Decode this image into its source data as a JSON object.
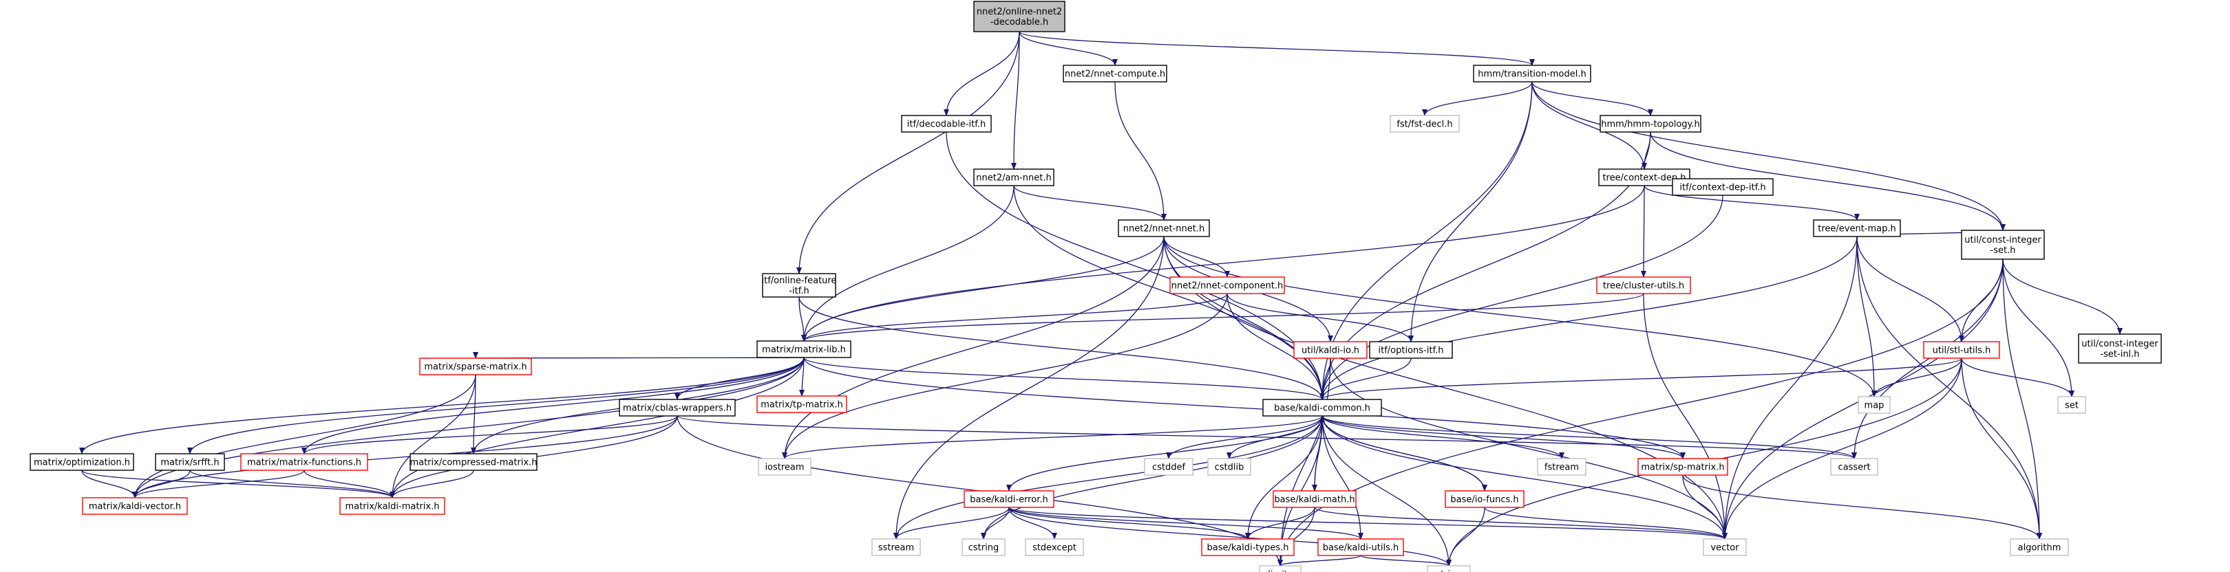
{
  "colors": {
    "edge": "#191970",
    "root_fill": "#bfbfbf",
    "internal_border": "#000000",
    "partial_border": "#ff0000",
    "external_border": "#bfbfbf",
    "background": "#ffffff"
  },
  "nodes": [
    {
      "id": "root",
      "lines": [
        "nnet2/online-nnet2",
        "-decodable.h"
      ],
      "kind": "root"
    },
    {
      "id": "itf_online_feature",
      "lines": [
        "itf/online-feature",
        "-itf.h"
      ],
      "kind": "internal"
    },
    {
      "id": "itf_decodable",
      "lines": [
        "itf/decodable-itf.h"
      ],
      "kind": "internal"
    },
    {
      "id": "am_nnet",
      "lines": [
        "nnet2/am-nnet.h"
      ],
      "kind": "internal"
    },
    {
      "id": "nnet_compute",
      "lines": [
        "nnet2/nnet-compute.h"
      ],
      "kind": "internal"
    },
    {
      "id": "transition_model",
      "lines": [
        "hmm/transition-model.h"
      ],
      "kind": "internal"
    },
    {
      "id": "fst_decl",
      "lines": [
        "fst/fst-decl.h"
      ],
      "kind": "external"
    },
    {
      "id": "hmm_topology",
      "lines": [
        "hmm/hmm-topology.h"
      ],
      "kind": "internal"
    },
    {
      "id": "context_dep",
      "lines": [
        "tree/context-dep.h"
      ],
      "kind": "internal"
    },
    {
      "id": "nnet_nnet",
      "lines": [
        "nnet2/nnet-nnet.h"
      ],
      "kind": "internal"
    },
    {
      "id": "ctx_dep_itf",
      "lines": [
        "itf/context-dep-itf.h"
      ],
      "kind": "internal"
    },
    {
      "id": "event_map",
      "lines": [
        "tree/event-map.h"
      ],
      "kind": "internal"
    },
    {
      "id": "nnet_component",
      "lines": [
        "nnet2/nnet-component.h"
      ],
      "kind": "partial"
    },
    {
      "id": "cluster_utils",
      "lines": [
        "tree/cluster-utils.h"
      ],
      "kind": "partial"
    },
    {
      "id": "const_int_set",
      "lines": [
        "util/const-integer",
        "-set.h"
      ],
      "kind": "internal"
    },
    {
      "id": "matrix_lib",
      "lines": [
        "matrix/matrix-lib.h"
      ],
      "kind": "internal"
    },
    {
      "id": "kaldi_io",
      "lines": [
        "util/kaldi-io.h"
      ],
      "kind": "partial"
    },
    {
      "id": "options_itf",
      "lines": [
        "itf/options-itf.h"
      ],
      "kind": "internal"
    },
    {
      "id": "stl_utils",
      "lines": [
        "util/stl-utils.h"
      ],
      "kind": "partial"
    },
    {
      "id": "const_int_set_inl",
      "lines": [
        "util/const-integer",
        "-set-inl.h"
      ],
      "kind": "internal"
    },
    {
      "id": "sparse_matrix",
      "lines": [
        "matrix/sparse-matrix.h"
      ],
      "kind": "partial"
    },
    {
      "id": "cblas_wrappers",
      "lines": [
        "matrix/cblas-wrappers.h"
      ],
      "kind": "internal"
    },
    {
      "id": "tp_matrix",
      "lines": [
        "matrix/tp-matrix.h"
      ],
      "kind": "partial"
    },
    {
      "id": "kaldi_common",
      "lines": [
        "base/kaldi-common.h"
      ],
      "kind": "internal"
    },
    {
      "id": "map",
      "lines": [
        "map"
      ],
      "kind": "external"
    },
    {
      "id": "set",
      "lines": [
        "set"
      ],
      "kind": "external"
    },
    {
      "id": "optimization",
      "lines": [
        "matrix/optimization.h"
      ],
      "kind": "internal"
    },
    {
      "id": "srfft",
      "lines": [
        "matrix/srfft.h"
      ],
      "kind": "internal"
    },
    {
      "id": "matrix_functions",
      "lines": [
        "matrix/matrix-functions.h"
      ],
      "kind": "partial"
    },
    {
      "id": "compressed_matrix",
      "lines": [
        "matrix/compressed-matrix.h"
      ],
      "kind": "internal"
    },
    {
      "id": "iostream",
      "lines": [
        "iostream"
      ],
      "kind": "external"
    },
    {
      "id": "cstddef",
      "lines": [
        "cstddef"
      ],
      "kind": "external"
    },
    {
      "id": "cstdlib",
      "lines": [
        "cstdlib"
      ],
      "kind": "external"
    },
    {
      "id": "kaldi_error",
      "lines": [
        "base/kaldi-error.h"
      ],
      "kind": "partial"
    },
    {
      "id": "kaldi_math",
      "lines": [
        "base/kaldi-math.h"
      ],
      "kind": "partial"
    },
    {
      "id": "io_funcs",
      "lines": [
        "base/io-funcs.h"
      ],
      "kind": "partial"
    },
    {
      "id": "fstream",
      "lines": [
        "fstream"
      ],
      "kind": "external"
    },
    {
      "id": "sp_matrix",
      "lines": [
        "matrix/sp-matrix.h"
      ],
      "kind": "partial"
    },
    {
      "id": "cassert",
      "lines": [
        "cassert"
      ],
      "kind": "external"
    },
    {
      "id": "kaldi_vector",
      "lines": [
        "matrix/kaldi-vector.h"
      ],
      "kind": "partial"
    },
    {
      "id": "kaldi_matrix",
      "lines": [
        "matrix/kaldi-matrix.h"
      ],
      "kind": "partial"
    },
    {
      "id": "sstream",
      "lines": [
        "sstream"
      ],
      "kind": "external"
    },
    {
      "id": "cstring",
      "lines": [
        "cstring"
      ],
      "kind": "external"
    },
    {
      "id": "stdexcept",
      "lines": [
        "stdexcept"
      ],
      "kind": "external"
    },
    {
      "id": "kaldi_types",
      "lines": [
        "base/kaldi-types.h"
      ],
      "kind": "partial"
    },
    {
      "id": "kaldi_utils",
      "lines": [
        "base/kaldi-utils.h"
      ],
      "kind": "partial"
    },
    {
      "id": "vector",
      "lines": [
        "vector"
      ],
      "kind": "external"
    },
    {
      "id": "algorithm",
      "lines": [
        "algorithm"
      ],
      "kind": "external"
    },
    {
      "id": "limits",
      "lines": [
        "limits"
      ],
      "kind": "external"
    },
    {
      "id": "string",
      "lines": [
        "string"
      ],
      "kind": "external"
    }
  ],
  "edges": [
    [
      "root",
      "itf_online_feature"
    ],
    [
      "root",
      "itf_decodable"
    ],
    [
      "root",
      "am_nnet"
    ],
    [
      "root",
      "nnet_compute"
    ],
    [
      "root",
      "transition_model"
    ],
    [
      "itf_online_feature",
      "matrix_lib"
    ],
    [
      "itf_online_feature",
      "kaldi_common"
    ],
    [
      "itf_decodable",
      "kaldi_common"
    ],
    [
      "am_nnet",
      "matrix_lib"
    ],
    [
      "am_nnet",
      "kaldi_common"
    ],
    [
      "am_nnet",
      "nnet_nnet"
    ],
    [
      "nnet_compute",
      "nnet_nnet"
    ],
    [
      "transition_model",
      "fst_decl"
    ],
    [
      "transition_model",
      "hmm_topology"
    ],
    [
      "transition_model",
      "context_dep"
    ],
    [
      "transition_model",
      "kaldi_common"
    ],
    [
      "transition_model",
      "options_itf"
    ],
    [
      "transition_model",
      "const_int_set"
    ],
    [
      "hmm_topology",
      "context_dep"
    ],
    [
      "hmm_topology",
      "kaldi_common"
    ],
    [
      "hmm_topology",
      "const_int_set"
    ],
    [
      "context_dep",
      "matrix_lib"
    ],
    [
      "context_dep",
      "ctx_dep_itf"
    ],
    [
      "context_dep",
      "event_map"
    ],
    [
      "context_dep",
      "cluster_utils"
    ],
    [
      "ctx_dep_itf",
      "kaldi_common"
    ],
    [
      "event_map",
      "kaldi_common"
    ],
    [
      "event_map",
      "const_int_set"
    ],
    [
      "event_map",
      "stl_utils"
    ],
    [
      "event_map",
      "map"
    ],
    [
      "event_map",
      "vector"
    ],
    [
      "event_map",
      "algorithm"
    ],
    [
      "nnet_nnet",
      "matrix_lib"
    ],
    [
      "nnet_nnet",
      "kaldi_common"
    ],
    [
      "nnet_nnet",
      "nnet_component"
    ],
    [
      "nnet_nnet",
      "kaldi_io"
    ],
    [
      "nnet_nnet",
      "map"
    ],
    [
      "nnet_nnet",
      "vector"
    ],
    [
      "nnet_nnet",
      "iostream"
    ],
    [
      "nnet_nnet",
      "sstream"
    ],
    [
      "nnet_component",
      "matrix_lib"
    ],
    [
      "nnet_component",
      "kaldi_common"
    ],
    [
      "nnet_component",
      "options_itf"
    ],
    [
      "nnet_component",
      "iostream"
    ],
    [
      "cluster_utils",
      "matrix_lib"
    ],
    [
      "cluster_utils",
      "vector"
    ],
    [
      "const_int_set",
      "stl_utils"
    ],
    [
      "const_int_set",
      "const_int_set_inl"
    ],
    [
      "const_int_set",
      "set"
    ],
    [
      "const_int_set",
      "vector"
    ],
    [
      "const_int_set",
      "limits"
    ],
    [
      "const_int_set",
      "cassert"
    ],
    [
      "const_int_set",
      "algorithm"
    ],
    [
      "kaldi_io",
      "kaldi_common"
    ],
    [
      "kaldi_io",
      "limits"
    ],
    [
      "kaldi_io",
      "vector"
    ],
    [
      "options_itf",
      "kaldi_common"
    ],
    [
      "stl_utils",
      "kaldi_common"
    ],
    [
      "stl_utils",
      "map"
    ],
    [
      "stl_utils",
      "set"
    ],
    [
      "stl_utils",
      "string"
    ],
    [
      "stl_utils",
      "vector"
    ],
    [
      "stl_utils",
      "algorithm"
    ],
    [
      "matrix_lib",
      "kaldi_common"
    ],
    [
      "matrix_lib",
      "sparse_matrix"
    ],
    [
      "matrix_lib",
      "cblas_wrappers"
    ],
    [
      "matrix_lib",
      "tp_matrix"
    ],
    [
      "matrix_lib",
      "optimization"
    ],
    [
      "matrix_lib",
      "srfft"
    ],
    [
      "matrix_lib",
      "matrix_functions"
    ],
    [
      "matrix_lib",
      "compressed_matrix"
    ],
    [
      "matrix_lib",
      "sp_matrix"
    ],
    [
      "matrix_lib",
      "kaldi_vector"
    ],
    [
      "matrix_lib",
      "kaldi_matrix"
    ],
    [
      "sparse_matrix",
      "compressed_matrix"
    ],
    [
      "sparse_matrix",
      "kaldi_matrix"
    ],
    [
      "sparse_matrix",
      "kaldi_vector"
    ],
    [
      "cblas_wrappers",
      "kaldi_matrix"
    ],
    [
      "cblas_wrappers",
      "kaldi_vector"
    ],
    [
      "cblas_wrappers",
      "limits"
    ],
    [
      "cblas_wrappers",
      "matrix_functions"
    ],
    [
      "cblas_wrappers",
      "cassert"
    ],
    [
      "optimization",
      "kaldi_vector"
    ],
    [
      "optimization",
      "kaldi_matrix"
    ],
    [
      "srfft",
      "kaldi_vector"
    ],
    [
      "srfft",
      "kaldi_matrix"
    ],
    [
      "matrix_functions",
      "kaldi_vector"
    ],
    [
      "matrix_functions",
      "kaldi_matrix"
    ],
    [
      "compressed_matrix",
      "kaldi_matrix"
    ],
    [
      "sp_matrix",
      "vector"
    ],
    [
      "sp_matrix",
      "algorithm"
    ],
    [
      "kaldi_common",
      "iostream"
    ],
    [
      "kaldi_common",
      "cstddef"
    ],
    [
      "kaldi_common",
      "cstdlib"
    ],
    [
      "kaldi_common",
      "kaldi_error"
    ],
    [
      "kaldi_common",
      "kaldi_math"
    ],
    [
      "kaldi_common",
      "io_funcs"
    ],
    [
      "kaldi_common",
      "fstream"
    ],
    [
      "kaldi_common",
      "sp_matrix"
    ],
    [
      "kaldi_common",
      "cassert"
    ],
    [
      "kaldi_common",
      "sstream"
    ],
    [
      "kaldi_common",
      "cstring"
    ],
    [
      "kaldi_common",
      "kaldi_types"
    ],
    [
      "kaldi_common",
      "kaldi_utils"
    ],
    [
      "kaldi_common",
      "vector"
    ],
    [
      "kaldi_common",
      "string"
    ],
    [
      "kaldi_common",
      "limits"
    ],
    [
      "kaldi_error",
      "sstream"
    ],
    [
      "kaldi_error",
      "cstring"
    ],
    [
      "kaldi_error",
      "stdexcept"
    ],
    [
      "kaldi_error",
      "kaldi_types"
    ],
    [
      "kaldi_error",
      "kaldi_utils"
    ],
    [
      "kaldi_error",
      "string"
    ],
    [
      "kaldi_error",
      "vector"
    ],
    [
      "kaldi_math",
      "kaldi_types"
    ],
    [
      "kaldi_math",
      "kaldi_common"
    ],
    [
      "kaldi_math",
      "limits"
    ],
    [
      "kaldi_math",
      "vector"
    ],
    [
      "io_funcs",
      "kaldi_common"
    ],
    [
      "io_funcs",
      "string"
    ],
    [
      "io_funcs",
      "vector"
    ],
    [
      "kaldi_utils",
      "limits"
    ],
    [
      "kaldi_utils",
      "string"
    ]
  ]
}
